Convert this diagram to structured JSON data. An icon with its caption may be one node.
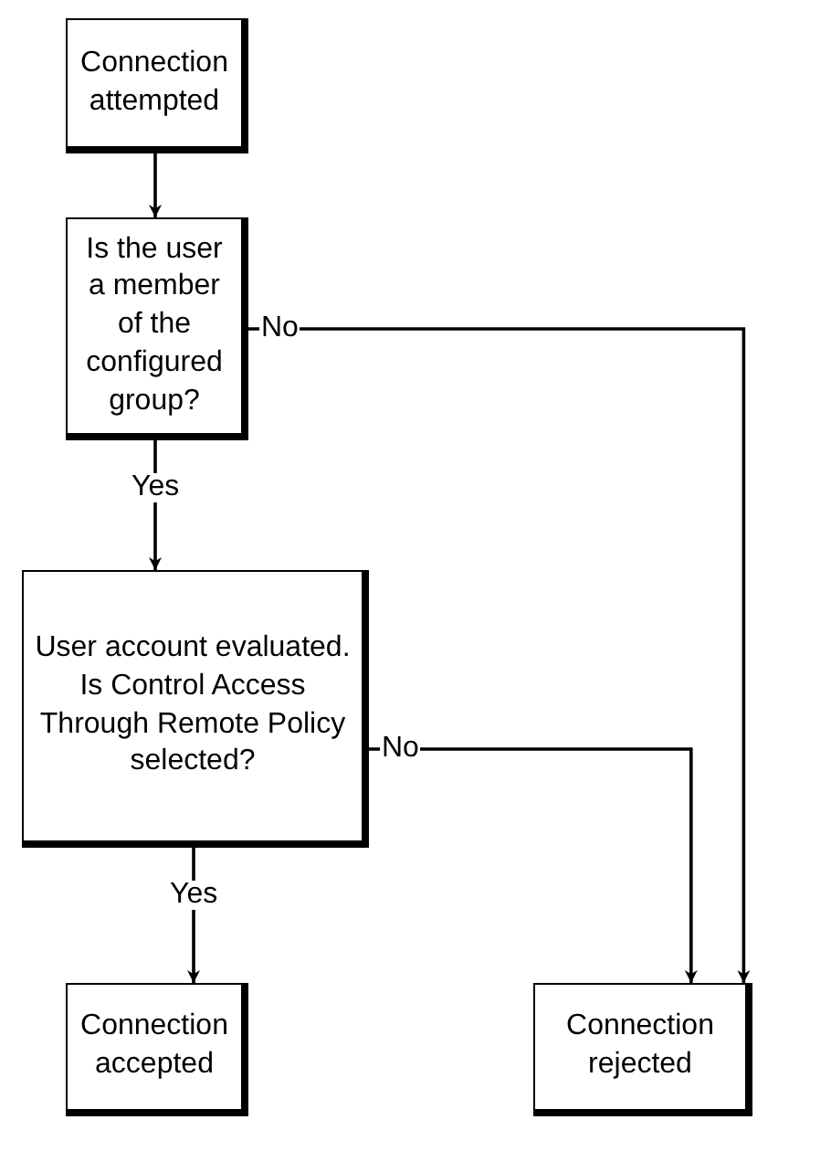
{
  "diagram": {
    "nodes": [
      {
        "text": [
          "Connection attempted"
        ]
      },
      {
        "text": [
          "Is the user a member of the configured group?"
        ]
      },
      {
        "text": [
          "User account evaluated. Is Control Access Through Remote Policy selected?"
        ]
      },
      {
        "text": [
          "Connection accepted"
        ]
      },
      {
        "text": [
          "Connection rejected"
        ]
      }
    ],
    "edges": [
      {
        "from": 0,
        "to": 1,
        "arrow": "to"
      },
      {
        "from": 1,
        "to": 4,
        "arrow": "to",
        "label": "No"
      },
      {
        "from": 1,
        "to": 2,
        "arrow": "to",
        "label": "Yes"
      },
      {
        "from": 2,
        "to": 4,
        "arrow": "to",
        "label": "No"
      },
      {
        "from": 2,
        "to": 3,
        "arrow": "to",
        "label": "Yes"
      }
    ]
  }
}
